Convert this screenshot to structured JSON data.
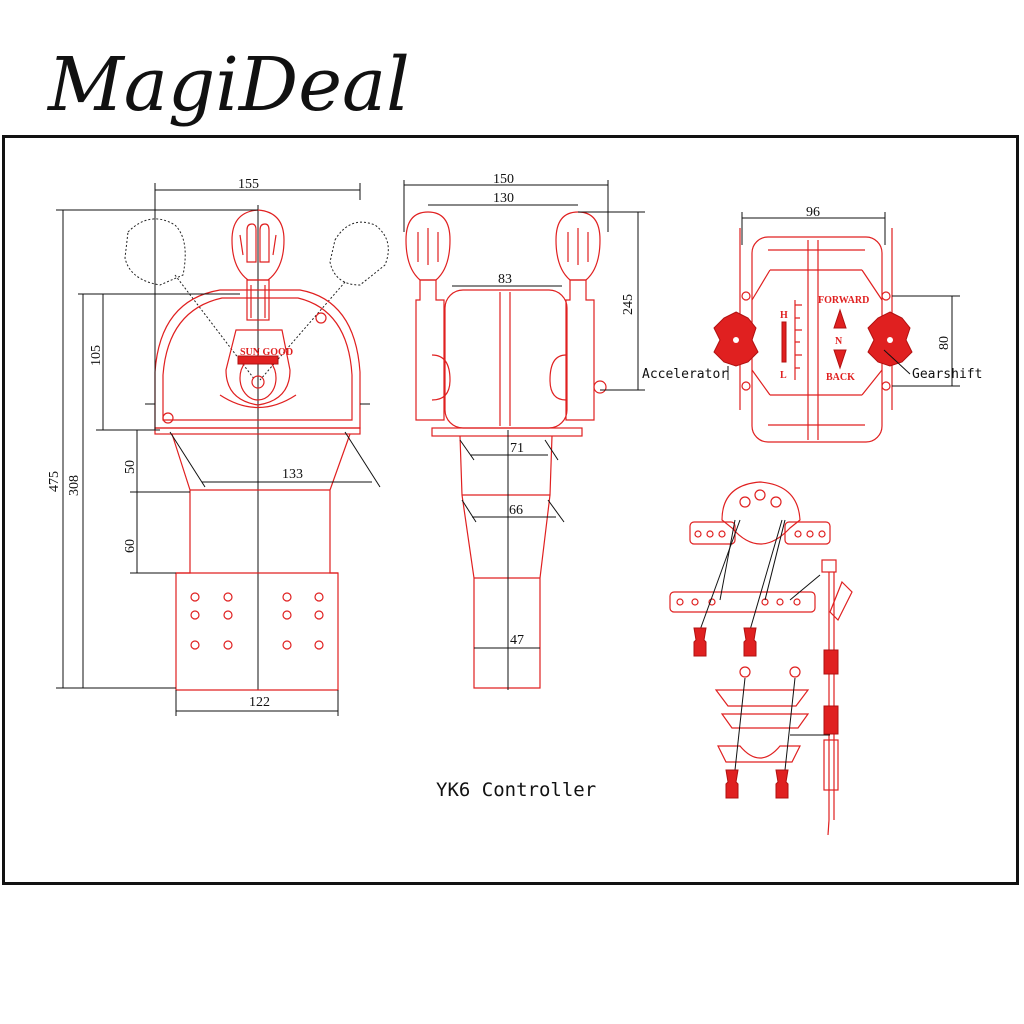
{
  "brand": {
    "logo_text": "MagiDeal"
  },
  "caption": "YK6 Controller",
  "front_view": {
    "dims": {
      "top_width": "155",
      "total_height": "475",
      "body_height": "308",
      "upper_height": "105",
      "neck_height": "50",
      "lower_neck_height": "60",
      "neck_width": "133",
      "base_width": "122"
    },
    "badge": "SUN GOOD"
  },
  "side_view": {
    "dims": {
      "overall_width": "150",
      "lever_span": "130",
      "housing_width": "83",
      "height": "245",
      "neck_width": "71",
      "lower_width": "66",
      "base_width": "47"
    }
  },
  "top_view": {
    "dims": {
      "width": "96",
      "height": "80"
    },
    "labels": {
      "accelerator": "Accelerator",
      "gearshift": "Gearshift"
    },
    "markings": {
      "h": "H",
      "l": "L",
      "forward": "FORWARD",
      "n": "N",
      "back": "BACK"
    }
  },
  "colors": {
    "part": "#e02020",
    "line": "#111111"
  }
}
